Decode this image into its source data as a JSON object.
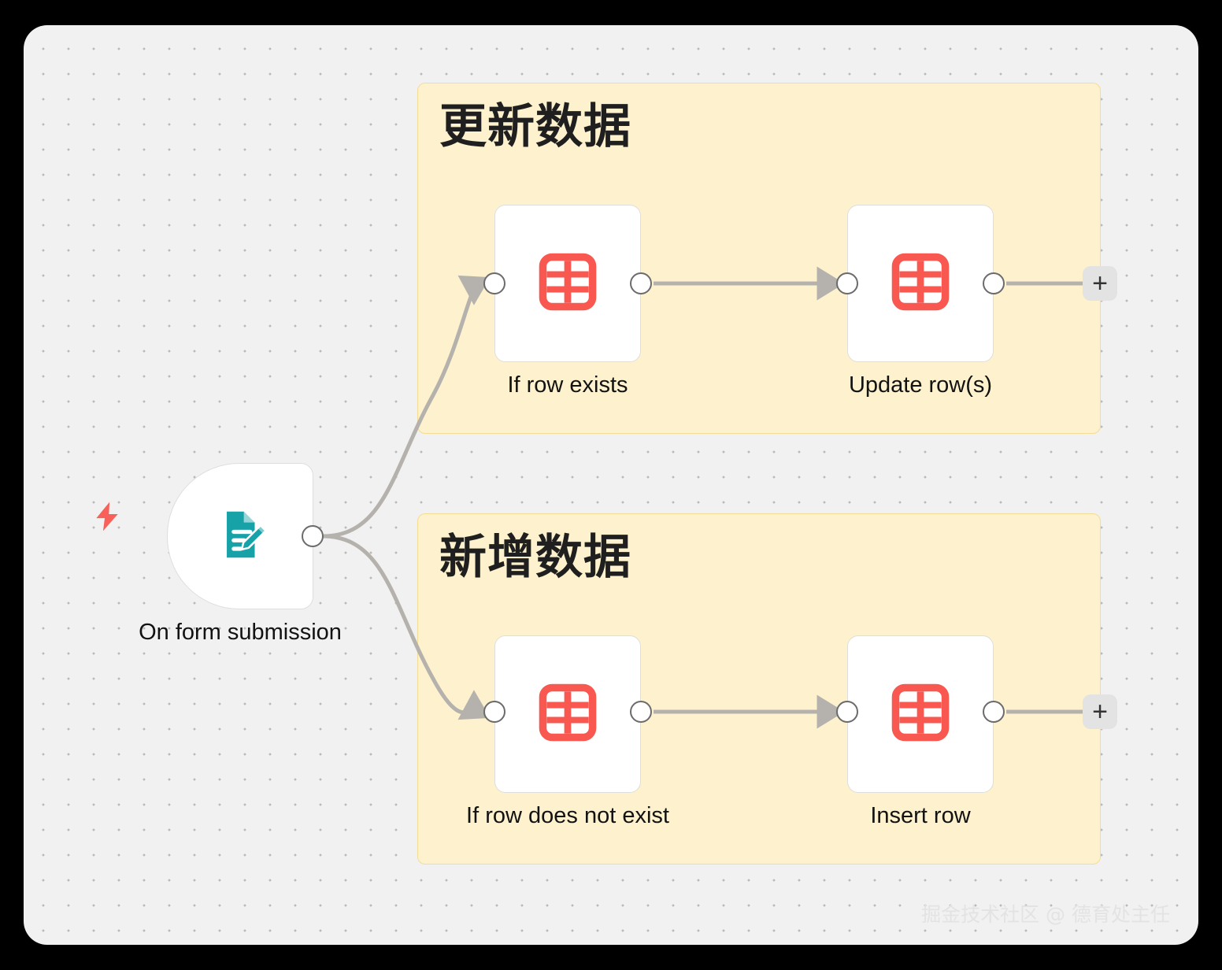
{
  "canvas": {
    "background_color": "#f1f1f1",
    "dot_color": "#b9b9b9",
    "page_background": "#000000"
  },
  "watermark": {
    "text": "掘金技术社区 @ 德育处主任"
  },
  "trigger": {
    "label": "On form submission",
    "icon": "form-pencil-icon",
    "icon_color": "#17a2a8",
    "bolt_icon": "lightning-bolt-icon",
    "bolt_color": "#f8605a"
  },
  "sticky_notes": [
    {
      "id": "update",
      "title": "更新数据",
      "fill": "#fdf2cd",
      "border": "#f4dc94",
      "nodes": [
        {
          "id": "if-row-exists",
          "label": "If row exists",
          "icon": "table-grid-icon",
          "icon_color": "#f8584f"
        },
        {
          "id": "update-rows",
          "label": "Update row(s)",
          "icon": "table-grid-icon",
          "icon_color": "#f8584f"
        }
      ],
      "add_button_label": "+"
    },
    {
      "id": "insert",
      "title": "新增数据",
      "fill": "#fdf2cd",
      "border": "#f4dc94",
      "nodes": [
        {
          "id": "if-row-does-not-exist",
          "label": "If row does not exist",
          "icon": "table-grid-icon",
          "icon_color": "#f8584f"
        },
        {
          "id": "insert-row",
          "label": "Insert row",
          "icon": "table-grid-icon",
          "icon_color": "#f8584f"
        }
      ],
      "add_button_label": "+"
    }
  ],
  "connections": {
    "line_color": "#b5b2ad",
    "arrow_color": "#b5b2ad"
  }
}
